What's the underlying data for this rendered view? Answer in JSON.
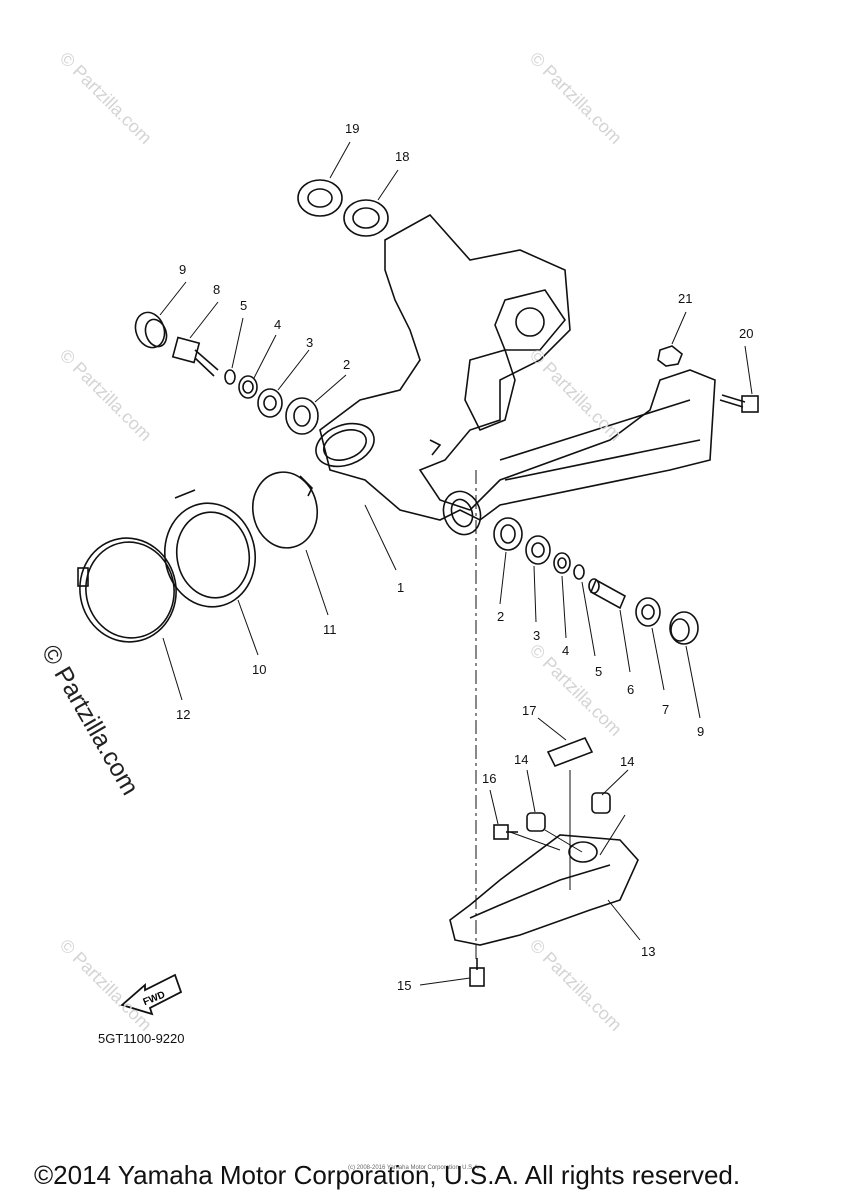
{
  "callouts": [
    "19",
    "18",
    "9",
    "8",
    "5",
    "4",
    "3",
    "2",
    "21",
    "20",
    "1",
    "11",
    "10",
    "12",
    "2",
    "3",
    "4",
    "5",
    "6",
    "7",
    "9",
    "17",
    "14",
    "14",
    "16",
    "13",
    "15"
  ],
  "fwd_label": "FWD",
  "diagram_code": "5GT1100-9220",
  "watermark": "© Partzilla.com",
  "watermark_large": "© Partzilla.com",
  "copyright": "©2014 Yamaha Motor Corporation, U.S.A. All rights reserved.",
  "small_copyright": "(c) 2008-2016 Yamaha Motor Corporation, U.S.A."
}
